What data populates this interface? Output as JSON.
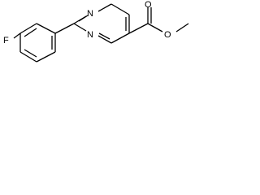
{
  "structure": {
    "atom_labels": {
      "fluorine": "F",
      "nitrogen_top": "N",
      "nitrogen_bottom": "N",
      "carbonyl_oxygen": "O",
      "ester_oxygen": "O"
    }
  }
}
